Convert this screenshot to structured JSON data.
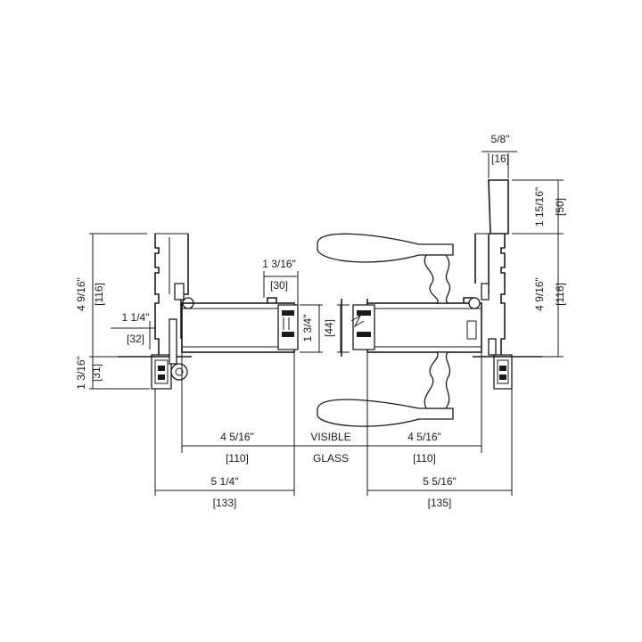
{
  "drawing": {
    "left_assembly": {
      "height_imperial": "4 9/16\"",
      "height_metric": "[116]",
      "sill_imperial": "1 3/16\"",
      "sill_metric": "[31]",
      "offset_imperial": "1 1/4\"",
      "offset_metric": "[32]",
      "stile_imperial": "1 3/16\"",
      "stile_metric": "[30]",
      "glass_imperial": "1 3/4\"",
      "glass_metric": "[44]",
      "sightline_imperial": "4 5/16\"",
      "sightline_metric": "[110]",
      "overall_imperial": "5 1/4\"",
      "overall_metric": "[133]"
    },
    "right_assembly": {
      "top_width_imperial": "5/8\"",
      "top_width_metric": "[16]",
      "top_height_imperial": "1 15/16\"",
      "top_height_metric": "[50]",
      "height_imperial": "4 9/16\"",
      "height_metric": "[116]",
      "sightline_imperial": "4 5/16\"",
      "sightline_metric": "[110]",
      "overall_imperial": "5 5/16\"",
      "overall_metric": "[135]"
    },
    "center_label_line1": "VISIBLE",
    "center_label_line2": "GLASS"
  }
}
